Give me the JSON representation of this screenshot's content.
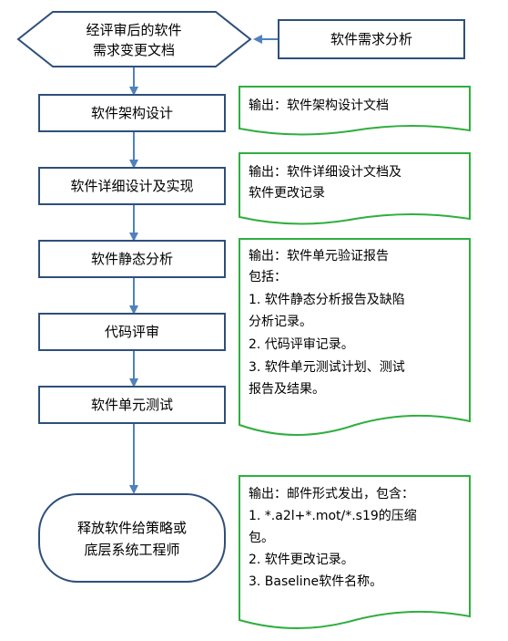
{
  "colors": {
    "box_stroke": "#2e4f7a",
    "arrow": "#4f81bd",
    "output_stroke": "#2fae3f",
    "text": "#000000",
    "background": "#ffffff"
  },
  "flow": {
    "start_line1": "经评审后的软件",
    "start_line2": "需求变更文档",
    "input": "软件需求分析",
    "step1": "软件架构设计",
    "step2": "软件详细设计及实现",
    "step3": "软件静态分析",
    "step4": "代码评审",
    "step5": "软件单元测试",
    "end_line1": "释放软件给策略或",
    "end_line2": "底层系统工程师"
  },
  "outputs": {
    "o1": {
      "line1": "输出：软件架构设计文档"
    },
    "o2": {
      "line1": "输出：软件详细设计文档及",
      "line2": "软件更改记录"
    },
    "o3": {
      "line1": "输出：软件单元验证报告",
      "line2": "包括：",
      "line3": "1. 软件静态分析报告及缺陷",
      "line4": "分析记录。",
      "line5": "2. 代码评审记录。",
      "line6": "3. 软件单元测试计划、测试",
      "line7": "报告及结果。"
    },
    "o4": {
      "line1": "输出：邮件形式发出，包含：",
      "line2": "1. *.a2l+*.mot/*.s19的压缩",
      "line3": "包。",
      "line4": "2. 软件更改记录。",
      "line5": "3. Baseline软件名称。"
    }
  }
}
